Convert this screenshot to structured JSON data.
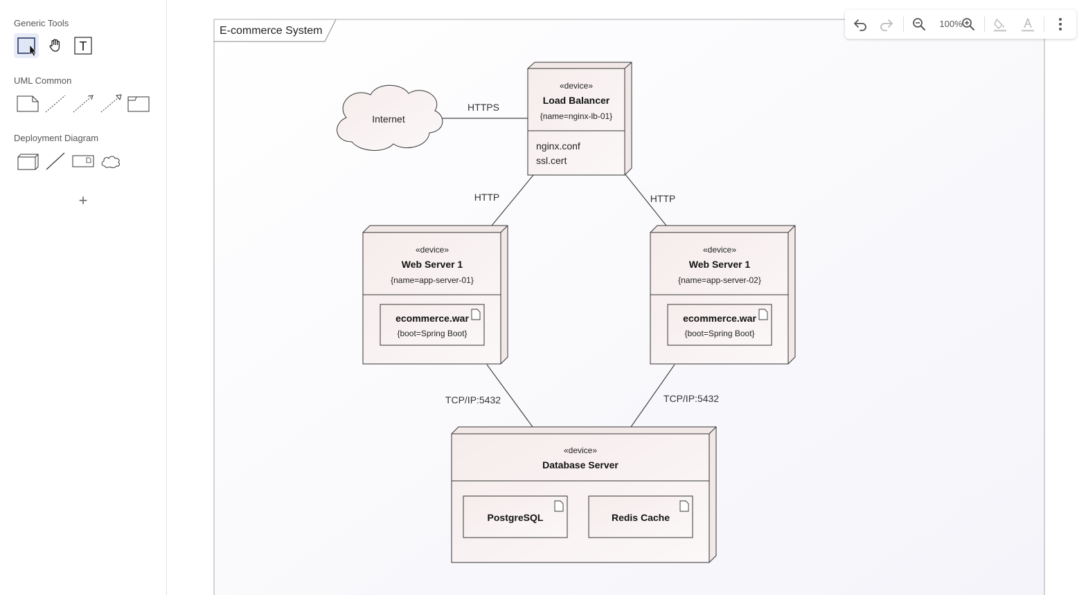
{
  "sidebar": {
    "sections": [
      {
        "title": "Generic Tools",
        "tools": [
          "select-tool",
          "pan-tool",
          "text-tool"
        ]
      },
      {
        "title": "UML Common",
        "tools": [
          "note-shape",
          "dependency-line",
          "association-arrow",
          "generalization-arrow",
          "frame-shape"
        ]
      },
      {
        "title": "Deployment Diagram",
        "tools": [
          "node-shape",
          "connector-line",
          "artifact-shape",
          "cloud-shape"
        ]
      }
    ],
    "add_label": "+"
  },
  "toolbar": {
    "zoom": "100%",
    "icons": [
      "undo-icon",
      "redo-icon",
      "zoom-out-icon",
      "zoom-in-icon",
      "fill-color-icon",
      "text-color-icon",
      "more-icon"
    ]
  },
  "diagram": {
    "frame_title": "E-commerce System",
    "cloud": {
      "label": "Internet"
    },
    "load_balancer": {
      "stereotype": "«device»",
      "name": "Load Balancer",
      "prop": "{name=nginx-lb-01}",
      "files": [
        "nginx.conf",
        "ssl.cert"
      ]
    },
    "web1": {
      "stereotype": "«device»",
      "name": "Web Server 1",
      "prop": "{name=app-server-01}",
      "artifact": {
        "name": "ecommerce.war",
        "prop": "{boot=Spring Boot}"
      }
    },
    "web2": {
      "stereotype": "«device»",
      "name": "Web Server 1",
      "prop": "{name=app-server-02}",
      "artifact": {
        "name": "ecommerce.war",
        "prop": "{boot=Spring Boot}"
      }
    },
    "db": {
      "stereotype": "«device»",
      "name": "Database Server",
      "artifacts": [
        "PostgreSQL",
        "Redis Cache"
      ]
    },
    "edges": {
      "internet_lb": "HTTPS",
      "lb_web1": "HTTP",
      "lb_web2": "HTTP",
      "web1_db": "TCP/IP:5432",
      "web2_db": "TCP/IP:5432"
    }
  },
  "colors": {
    "node_fill_top": "#f7eeee",
    "node_fill_bottom": "#fbf6f6",
    "stroke": "#333333",
    "canvas_bg": "#f8f8fc"
  }
}
